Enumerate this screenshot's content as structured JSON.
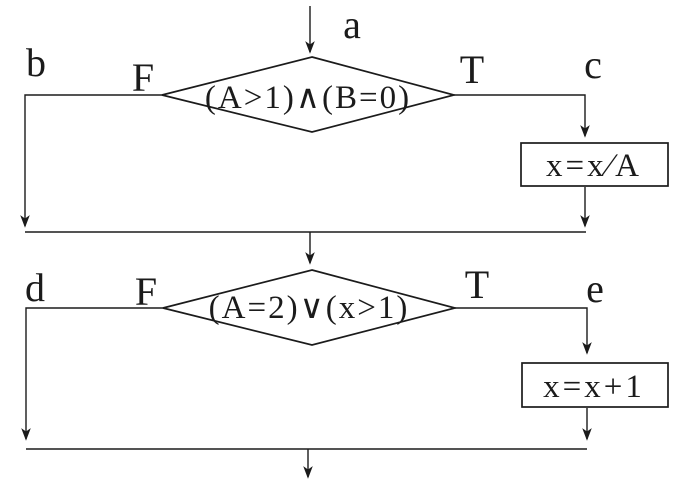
{
  "colors": {
    "ink": "#1b1b1b",
    "paper": "#ffffff"
  },
  "flowchart": {
    "entry_label": "a",
    "decision1": {
      "condition": "(A>1)∧(B=0)",
      "false_label": "F",
      "true_label": "T",
      "false_edge_label": "b",
      "true_edge_label": "c"
    },
    "process1": {
      "text": "x=x∕A"
    },
    "decision2": {
      "condition": "(A=2)∨(x>1)",
      "false_label": "F",
      "true_label": "T",
      "false_edge_label": "d",
      "true_edge_label": "e"
    },
    "process2": {
      "text": "x=x+1"
    }
  }
}
